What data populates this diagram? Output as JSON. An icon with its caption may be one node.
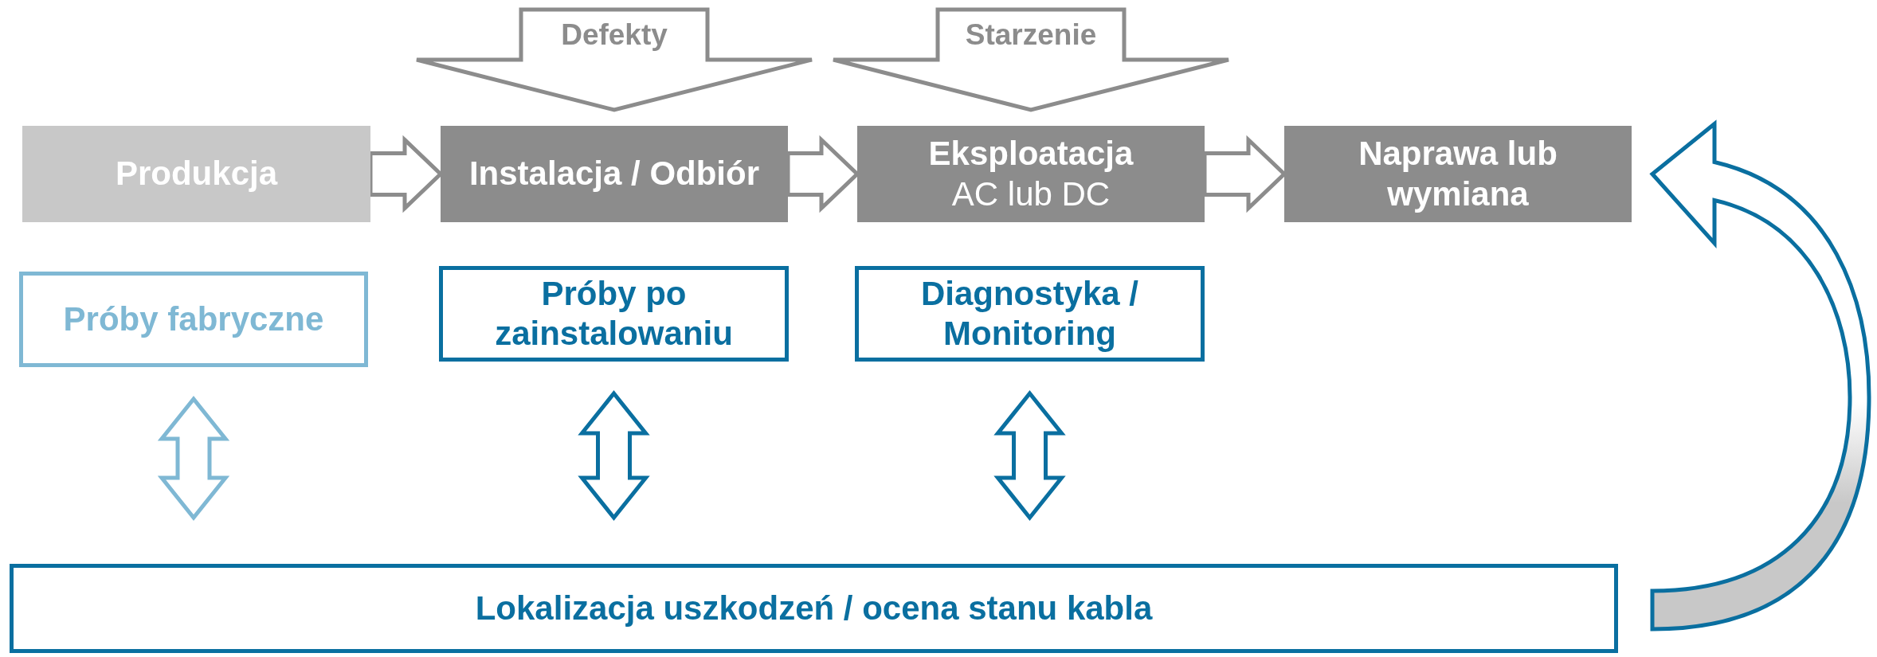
{
  "diagram": {
    "nodes": [
      {
        "text": [
          "Produkcja"
        ]
      },
      {
        "text": [
          "Instalacja / Odbiór"
        ]
      },
      {
        "text": [
          "Eksploatacja",
          "AC lub DC"
        ]
      },
      {
        "text": [
          "Naprawa lub wymiana"
        ]
      },
      {
        "text": [
          "Próby fabryczne"
        ]
      },
      {
        "text": [
          "Próby po zainstalowaniu"
        ]
      },
      {
        "text": [
          "Diagnostyka / Monitoring"
        ]
      },
      {
        "text": [
          "Lokalizacja uszkodzeń / ocena stanu kabla"
        ]
      }
    ],
    "edges": [
      {
        "from": 0,
        "to": 1,
        "arrow": "to",
        "color": "#8c8c8c"
      },
      {
        "from": 1,
        "to": 2,
        "arrow": "to",
        "color": "#8c8c8c"
      },
      {
        "from": 2,
        "to": 3,
        "arrow": "to",
        "color": "#8c8c8c"
      },
      {
        "from": null,
        "to": 1,
        "arrow": "to",
        "label": "Defekty",
        "color": "#8c8c8c"
      },
      {
        "from": null,
        "to": 2,
        "arrow": "to",
        "label": "Starzenie",
        "color": "#8c8c8c"
      },
      {
        "from": 4,
        "to": 7,
        "arrow": "both",
        "color": "#7fb8d4"
      },
      {
        "from": 5,
        "to": 7,
        "arrow": "both",
        "color": "#0a6fa0"
      },
      {
        "from": 6,
        "to": 7,
        "arrow": "both",
        "color": "#0a6fa0"
      },
      {
        "from": 7,
        "to": 3,
        "arrow": "to",
        "color": "#0a6fa0"
      }
    ]
  }
}
